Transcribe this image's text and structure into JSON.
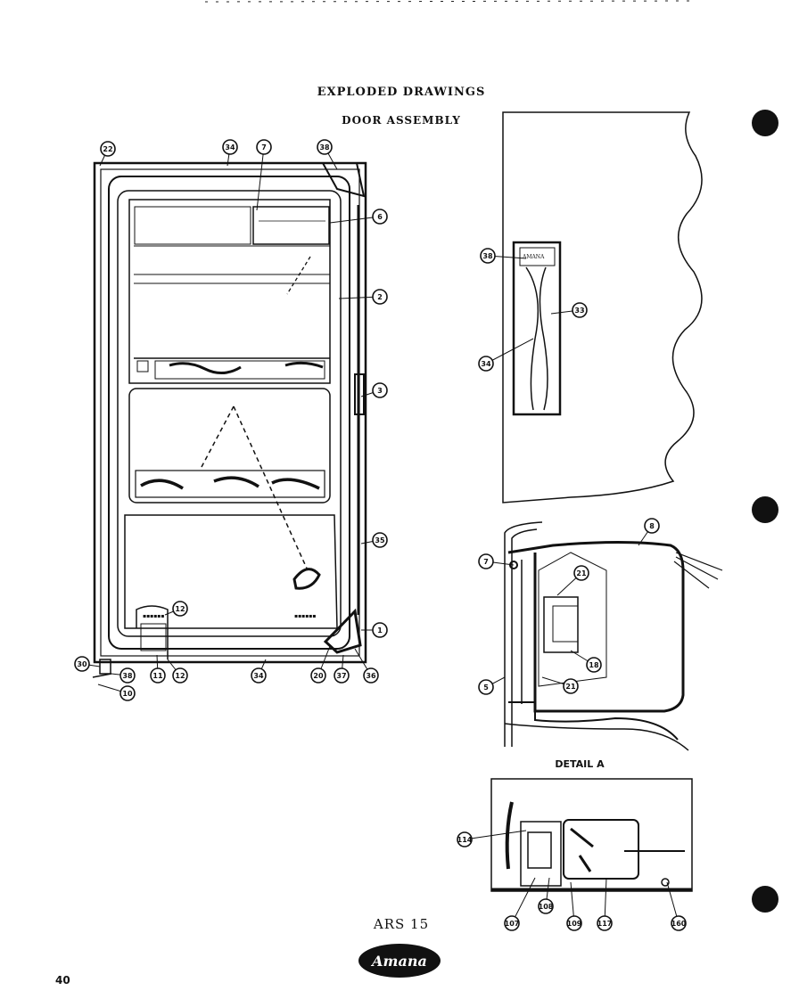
{
  "header": {
    "title": "EXPLODED DRAWINGS",
    "subtitle": "DOOR ASSEMBLY"
  },
  "detail_label": "DETAIL A",
  "model": "ARS 15",
  "logo_text": "Amana",
  "page_number": "40",
  "door_callouts": [
    "22",
    "34",
    "7",
    "38",
    "6",
    "2",
    "3",
    "35",
    "1",
    "12",
    "30",
    "38",
    "10",
    "11",
    "12",
    "34",
    "20",
    "37",
    "36"
  ],
  "panel_callouts": [
    "38",
    "33",
    "34"
  ],
  "detail_a_callouts": [
    "7",
    "8",
    "21",
    "18",
    "21",
    "5"
  ],
  "detail_b_callouts": [
    "114",
    "107",
    "108",
    "109",
    "117",
    "160"
  ],
  "colors": {
    "ink": "#111111",
    "paper": "#ffffff"
  }
}
